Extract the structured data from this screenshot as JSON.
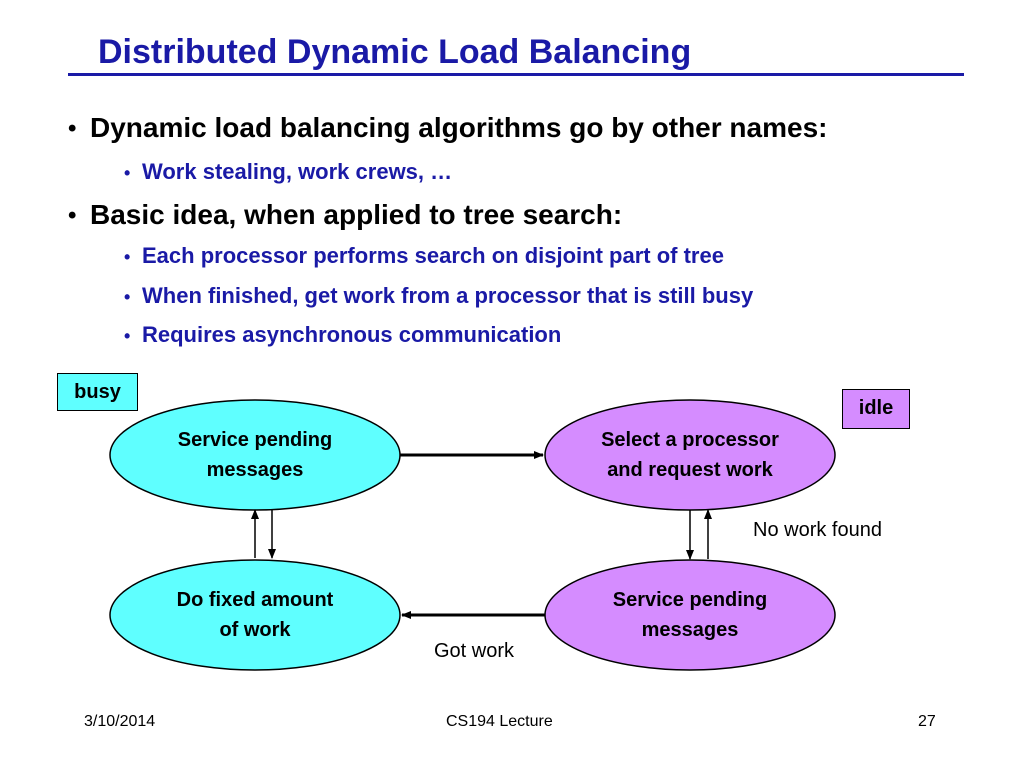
{
  "slide": {
    "title": "Distributed Dynamic Load Balancing",
    "bullets": [
      {
        "text": "Dynamic load balancing algorithms go by other names:"
      },
      {
        "text": "Work stealing, work crews, …"
      },
      {
        "text": "Basic idea, when applied to tree search:"
      },
      {
        "text": "Each processor performs search on disjoint part of tree"
      },
      {
        "text": "When finished, get work from a processor that is still busy"
      },
      {
        "text": "Requires asynchronous communication"
      }
    ],
    "bullet_glyph": "•"
  },
  "diagram": {
    "busy_label": "busy",
    "idle_label": "idle",
    "nodes": {
      "busy_service": [
        "Service pending",
        "messages"
      ],
      "idle_select": [
        "Select a processor",
        "and request work"
      ],
      "busy_work": [
        "Do fixed amount",
        "of work"
      ],
      "idle_service": [
        "Service pending",
        "messages"
      ]
    },
    "edge_labels": {
      "no_work_found": "No work found",
      "got_work": "Got work"
    },
    "colors": {
      "busy_fill": "#5fffff",
      "idle_fill": "#d58cff",
      "title": "#1a1aa6"
    }
  },
  "footer": {
    "date": "3/10/2014",
    "course": "CS194 Lecture",
    "page": "27"
  }
}
